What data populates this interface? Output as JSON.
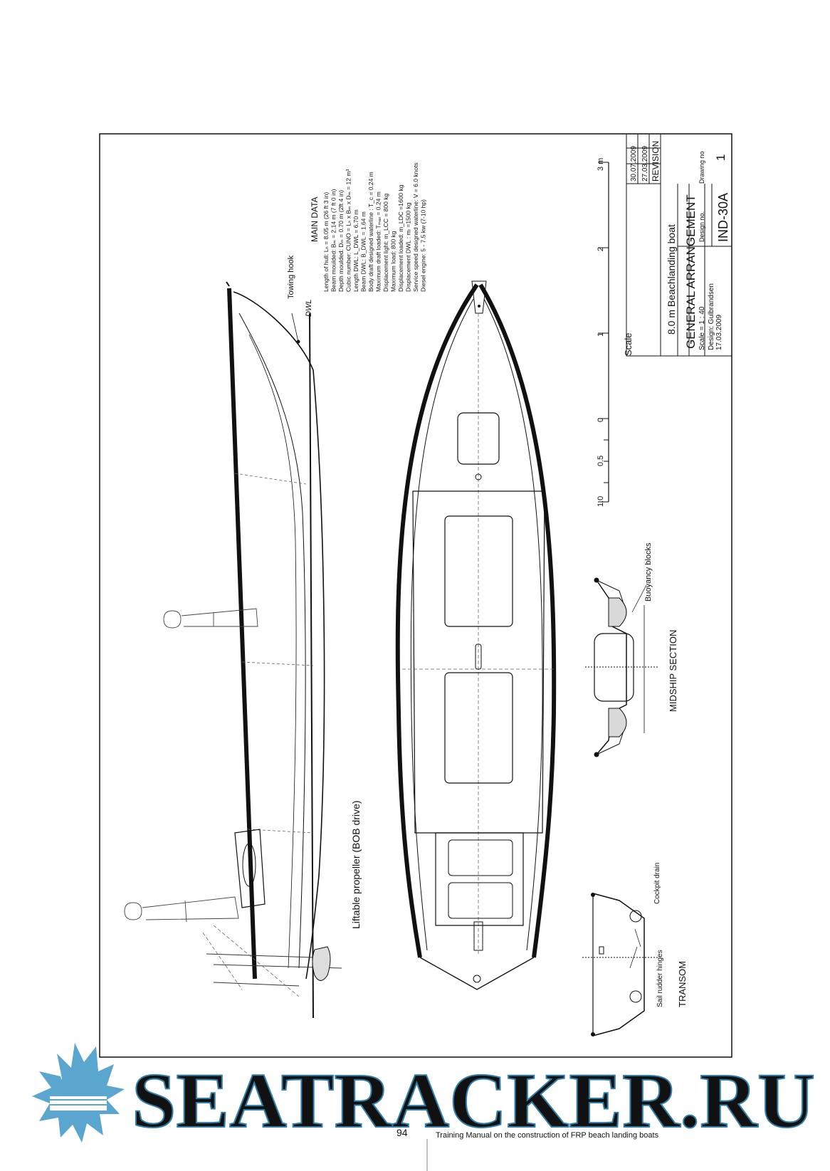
{
  "drawing": {
    "side_view": {
      "labels": {
        "towing_hook": "Towing hook",
        "dwl": "DWL",
        "propeller": "Liftable propeller (BOB drive)"
      }
    },
    "main_data": {
      "heading": "MAIN DATA",
      "lines": [
        "Length of hull:    Lₕ = 8.05 m  (26 ft 3 in)",
        "Beam moulded:  Bₘ = 2.14 m   (7 ft 0 in)",
        "Depth moulded:  Dₘ = 0.70 m   (2ft 4 in)",
        "Cubic number:   CUNO = Lₕ x Bₘ x Dₘ = 12 m³",
        "Length DWL:      L_DWL = 6.70 m",
        "Beam DWL:        B_DWL = 1.64 m",
        "Body draft designed waterline :  T_c = 0.24 m",
        "Maximum draft loaded:  Tₘₐₓ = 0.24 m",
        "Displacement light:  m_LCC = 800 kg",
        "Maximum load: 800 kg",
        "Displacement loaded: m_LDC =1600 kg",
        "Displacement DWL :  mₗ =1500 kg",
        "Service speed designed waterline: V = 6.0 knots",
        "Diesel engine:  5 - 7.5 kw (7-10 hp)"
      ]
    },
    "scale_bar": {
      "label": "Scale",
      "ticks": [
        "1.0",
        "0.5",
        "0",
        "1",
        "2",
        "3 m"
      ]
    },
    "midship": {
      "title": "MIDSHIP SECTION",
      "label": "Buoyancy blocks"
    },
    "transom": {
      "title": "TRANSOM",
      "label_drain": "Cockpit drain",
      "label_hinges": "Sail rudder hinges"
    },
    "title_block": {
      "revisions": [
        "30.07.2009",
        "27.03.2009"
      ],
      "revision_label": "REVISION",
      "project": "8.0 m Beachlanding boat",
      "title": "GENERAL ARRANGEMENT",
      "scale": "Scale = 1 : 40",
      "design_no_label": "Design no.",
      "drawing_no_label": "Drawing no",
      "designer": "Design: Gulbrandsen",
      "design_date": "17.03.2009",
      "design_no": "IND-30A",
      "drawing_no": "1"
    }
  },
  "watermark": {
    "text": "SEATRACKER.RU",
    "color": "#5aa6cf"
  },
  "footer": {
    "page_number": "94",
    "title": "Training Manual on the construction of FRP beach landing boats"
  }
}
